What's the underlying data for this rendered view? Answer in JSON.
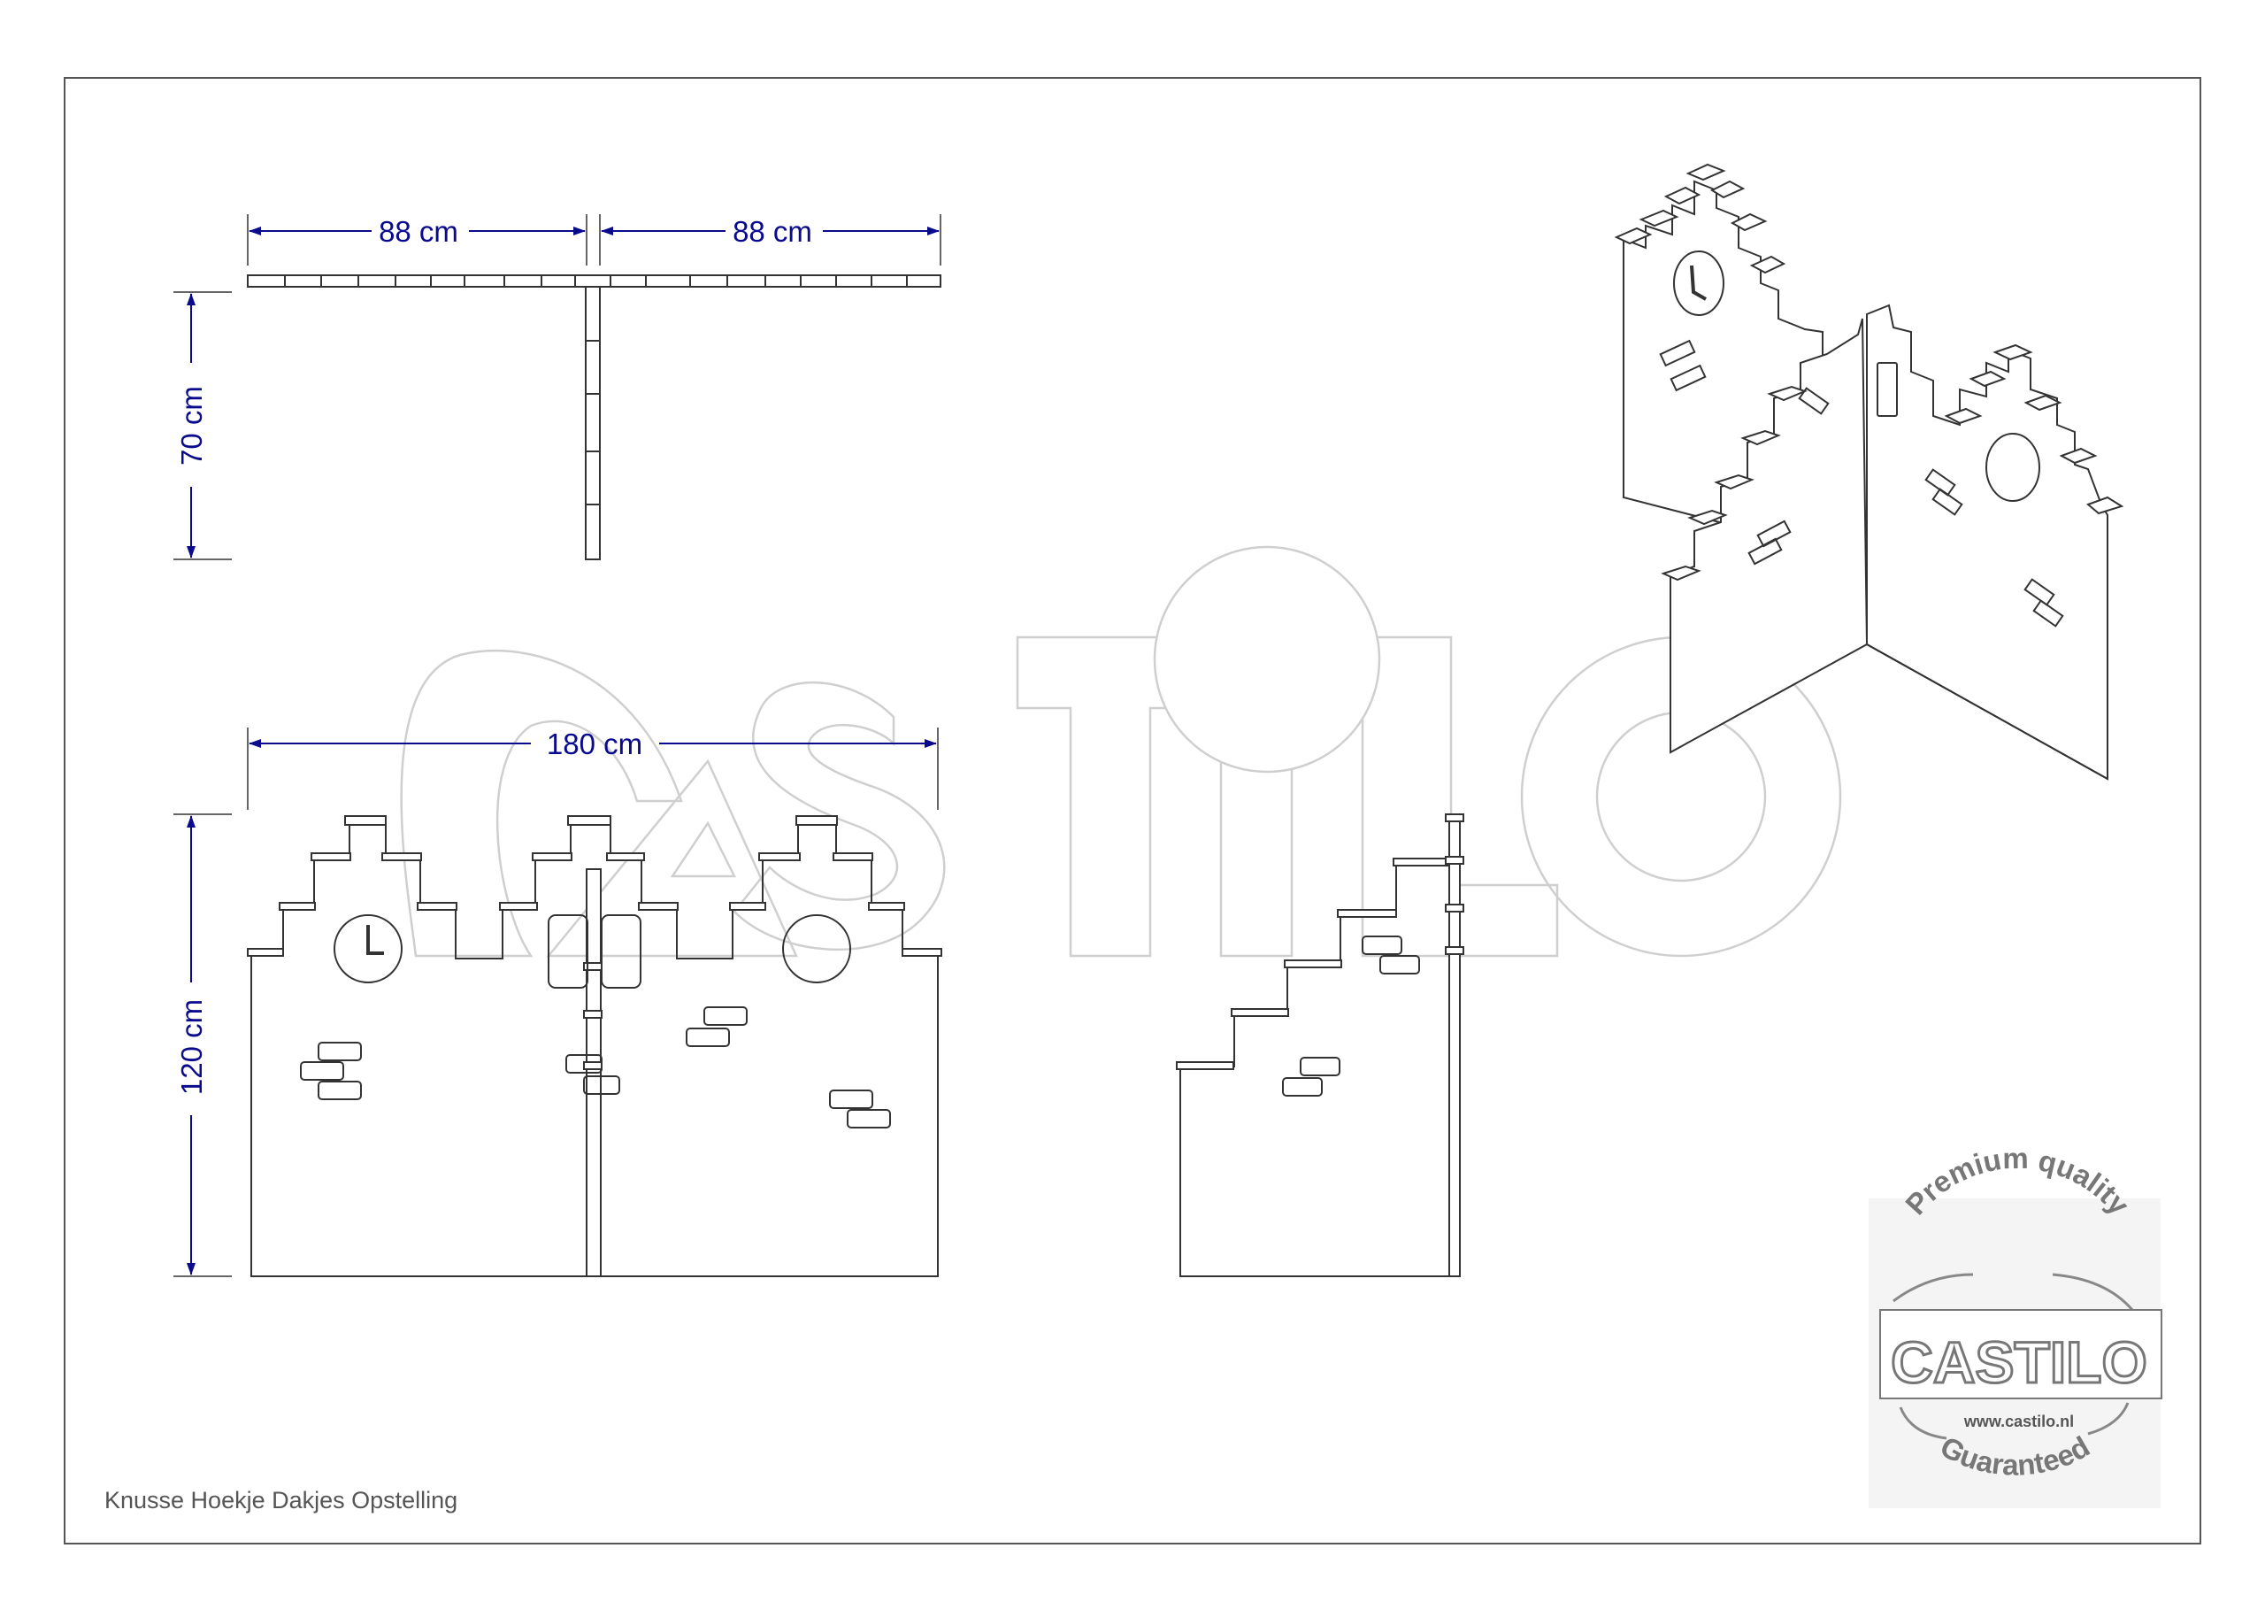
{
  "drawing": {
    "caption": "Knusse Hoekje Dakjes Opstelling"
  },
  "dimensions": {
    "top_width_left": "88 cm",
    "top_width_right": "88 cm",
    "top_depth": "70 cm",
    "front_width": "180 cm",
    "front_height": "120 cm"
  },
  "watermark": {
    "text": "CASTILO"
  },
  "stamp": {
    "top_text": "Premium quality",
    "brand": "CASTILO",
    "url": "www.castilo.nl",
    "bottom_text": "Guaranteed"
  },
  "colors": {
    "dimension": "#0a0a8c",
    "line": "#333333",
    "watermark": "#c8c8c8"
  }
}
